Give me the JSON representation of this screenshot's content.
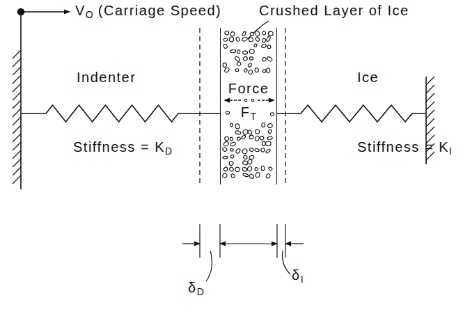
{
  "diagram": {
    "nodes": [
      {
        "text": [
          "Force",
          "FT"
        ]
      }
    ],
    "labels": [
      "VO (Carriage Speed)",
      "Crushed Layer of Ice",
      "Indenter",
      "Ice",
      "Stiffness = KD",
      "Stiffness = KI",
      "δD",
      "δI"
    ]
  }
}
